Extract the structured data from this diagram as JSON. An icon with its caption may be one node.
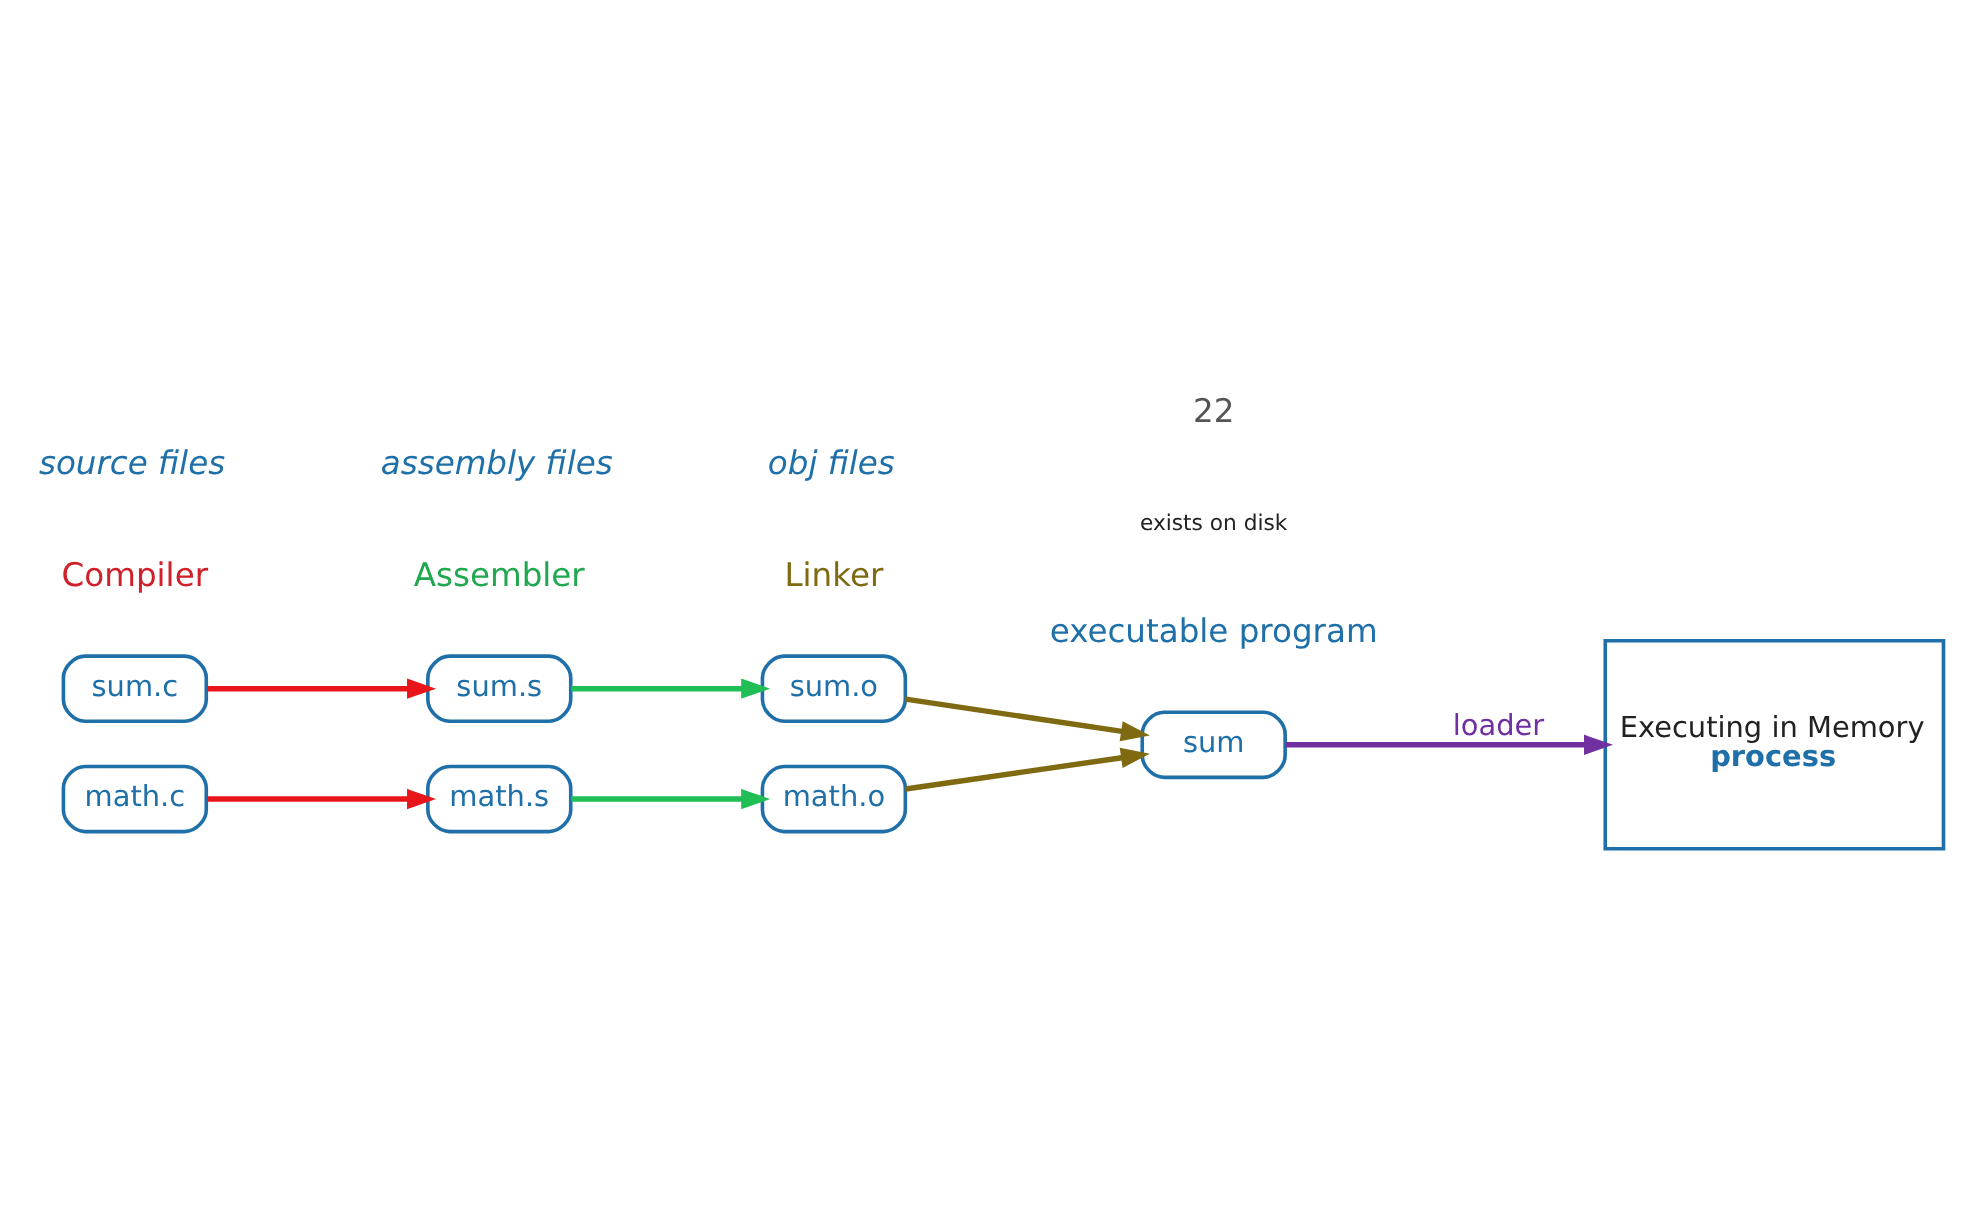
{
  "diagram": {
    "nodes": [
      {
        "text": [
          "sum.c"
        ]
      },
      {
        "text": [
          "sum.s"
        ]
      },
      {
        "text": [
          "sum.o"
        ]
      },
      {
        "text": [
          "math.c"
        ]
      },
      {
        "text": [
          "math.s"
        ]
      },
      {
        "text": [
          "math.o"
        ]
      },
      {
        "text": [
          "sum"
        ],
        "beside": [
          "executable program",
          "exists on disk"
        ]
      },
      {
        "text": [
          "Executing in Memory",
          "process"
        ]
      }
    ],
    "edges": [
      {
        "from": 0,
        "to": 1,
        "arrow": "to",
        "color": "#e8161b"
      },
      {
        "from": 3,
        "to": 4,
        "arrow": "to",
        "color": "#e8161b"
      },
      {
        "from": 1,
        "to": 2,
        "arrow": "to",
        "color": "#1fbf55"
      },
      {
        "from": 4,
        "to": 5,
        "arrow": "to",
        "color": "#1fbf55"
      },
      {
        "from": 2,
        "to": 6,
        "arrow": "to",
        "color": "#7f6a12"
      },
      {
        "from": 5,
        "to": 6,
        "arrow": "to",
        "color": "#7f6a12"
      },
      {
        "from": 6,
        "to": 7,
        "arrow": "to",
        "label": "loader",
        "color": "#7030a0"
      }
    ],
    "labels": [
      "Compiler",
      "Assembler",
      "Linker",
      "source files",
      "assembly files",
      "obj files",
      "22"
    ]
  }
}
